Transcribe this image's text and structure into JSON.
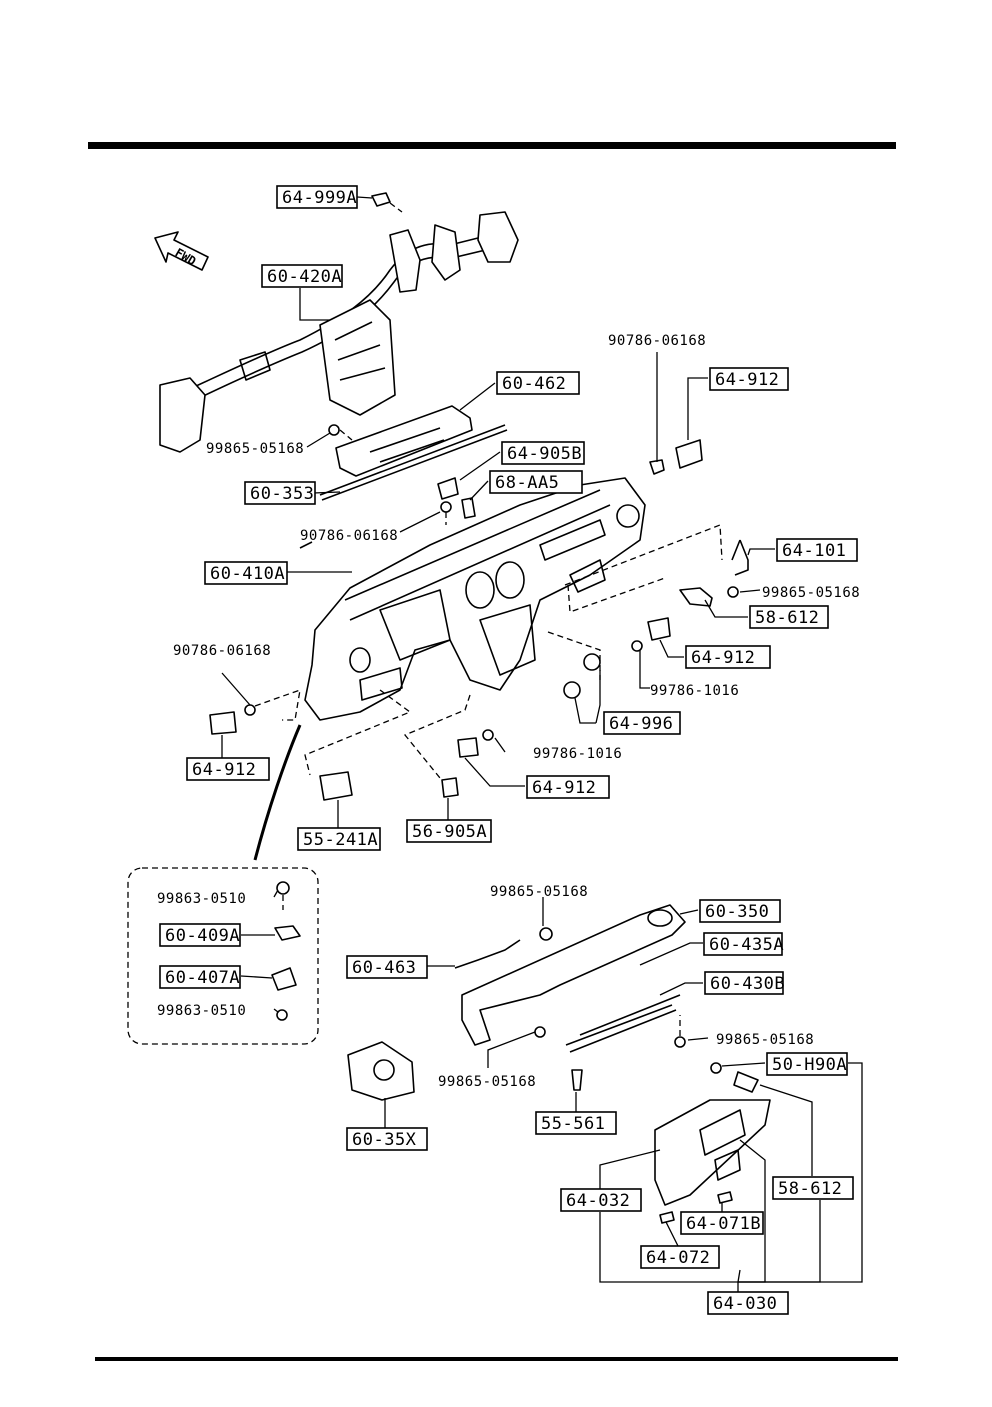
{
  "diagram": {
    "fwd_marker": "FWD",
    "labels": {
      "l_64_999A": "64-999A",
      "l_60_420A": "60-420A",
      "l_60_462": "60-462",
      "l_90786_a": "90786-06168",
      "l_64_912_a": "64-912",
      "l_99865_a": "99865-05168",
      "l_64_905B": "64-905B",
      "l_68_AA5": "68-AA5",
      "l_60_353": "60-353",
      "l_90786_b": "90786-06168",
      "l_60_410A": "60-410A",
      "l_64_101": "64-101",
      "l_99865_b": "99865-05168",
      "l_58_612_a": "58-612",
      "l_90786_c": "90786-06168",
      "l_64_912_b": "64-912",
      "l_99786_a": "99786-1016",
      "l_64_996": "64-996",
      "l_64_912_c": "64-912",
      "l_99786_b": "99786-1016",
      "l_64_912_d": "64-912",
      "l_55_241A": "55-241A",
      "l_56_905A": "56-905A",
      "l_99863_a": "99863-0510",
      "l_60_409A": "60-409A",
      "l_60_407A": "60-407A",
      "l_99863_b": "99863-0510",
      "l_99865_c": "99865-05168",
      "l_60_350": "60-350",
      "l_60_435A": "60-435A",
      "l_60_463": "60-463",
      "l_60_430B": "60-430B",
      "l_99865_d": "99865-05168",
      "l_50_H90A": "50-H90A",
      "l_99865_e": "99865-05168",
      "l_60_35X": "60-35X",
      "l_55_561": "55-561",
      "l_58_612_b": "58-612",
      "l_64_032": "64-032",
      "l_64_071B": "64-071B",
      "l_64_072": "64-072",
      "l_64_030": "64-030"
    }
  }
}
